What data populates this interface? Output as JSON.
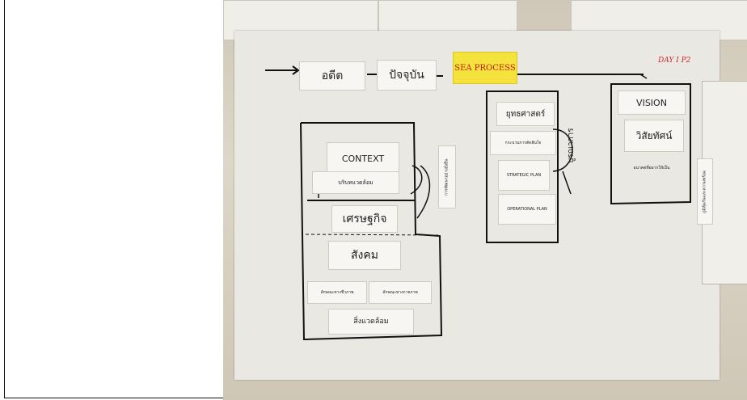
{
  "photo": {
    "timeline": {
      "past": "อดีต",
      "present": "ปัจจุบัน",
      "sea_process": "SEA PROCESS"
    },
    "day_note": "DAY I P2",
    "context": {
      "title": "CONTEXT",
      "surroundings": "บริบทแวดล้อม",
      "economy": "เศรษฐกิจ",
      "society": "สังคม",
      "traits_bio": "ลักษณะทางชีวภาพ",
      "traits_physical": "ลักษณะทางกายภาพ",
      "environment": "สิ่งแวดล้อม",
      "side_note": "การพัฒนาอย่างยั่งยืน"
    },
    "strategy": {
      "title": "ยุทธศาสตร์",
      "decision_process": "กระบวนการตัดสินใจ",
      "strategic_plan": "STRATEGIC PLAN",
      "operational_plan": "OPERATIONAL PLAN",
      "integrate": "บูรณาการ"
    },
    "vision": {
      "title": "VISION",
      "thai": "วิสัยทัศน์",
      "desc": "อนาคตที่อยากให้เป็น",
      "side_note": "ภูมิคุ้มกันและความพร้อม"
    }
  }
}
